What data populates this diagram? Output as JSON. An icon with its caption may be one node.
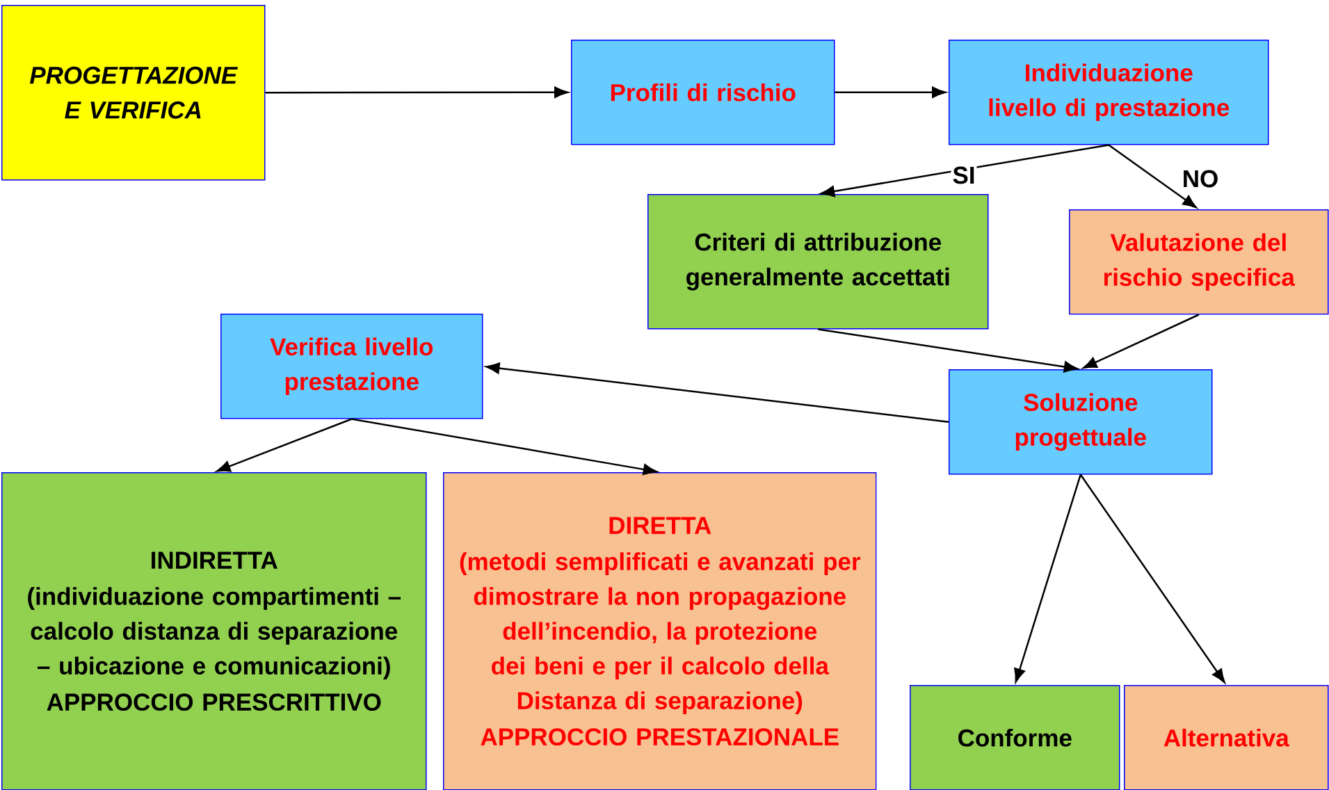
{
  "diagram": {
    "nodes": [
      {
        "text": [
          "PROGETTAZIONE E VERIFICA"
        ]
      },
      {
        "text": [
          "Profili di rischio"
        ]
      },
      {
        "text": [
          "Individuazione livello di prestazione"
        ]
      },
      {
        "text": [
          "Criteri di attribuzione generalmente accettati"
        ]
      },
      {
        "text": [
          "Valutazione del rischio specifica"
        ]
      },
      {
        "text": [
          "Verifica livello prestazione"
        ]
      },
      {
        "text": [
          "Soluzione progettuale"
        ]
      },
      {
        "text": [
          "INDIRETTA",
          "(individuazione compartimenti – calcolo distanza di separazione – ubicazione e comunicazioni)",
          "APPROCCIO PRESCRITTIVO"
        ]
      },
      {
        "text": [
          "DIRETTA",
          "(metodi semplificati e avanzati per dimostrare la non propagazione dell’incendio, la protezione dei beni e per il calcolo della Distanza di separazione)",
          "APPROCCIO PRESTAZIONALE"
        ]
      },
      {
        "text": [
          "Conforme"
        ]
      },
      {
        "text": [
          "Alternativa"
        ]
      }
    ],
    "edges": [
      {
        "from": 0,
        "to": 1,
        "arrow": "to"
      },
      {
        "from": 1,
        "to": 2,
        "arrow": "to"
      },
      {
        "from": 2,
        "to": 3,
        "arrow": "to",
        "label": "SI"
      },
      {
        "from": 2,
        "to": 4,
        "arrow": "to",
        "label": "NO"
      },
      {
        "from": 3,
        "to": 6,
        "arrow": "to"
      },
      {
        "from": 4,
        "to": 6,
        "arrow": "to"
      },
      {
        "from": 6,
        "to": 5,
        "arrow": "to"
      },
      {
        "from": 5,
        "to": 7,
        "arrow": "to"
      },
      {
        "from": 5,
        "to": 8,
        "arrow": "to"
      },
      {
        "from": 6,
        "to": 9,
        "arrow": "to"
      },
      {
        "from": 6,
        "to": 10,
        "arrow": "to"
      }
    ]
  }
}
